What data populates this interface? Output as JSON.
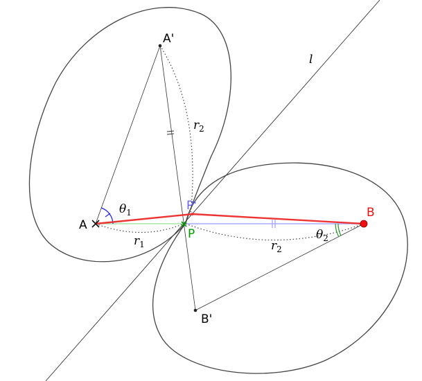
{
  "labels": {
    "A": "A",
    "A_prime": "A'",
    "B": "B",
    "B_prime": "B'",
    "P": "P",
    "P_prime": "P'",
    "line": "l",
    "theta1": {
      "base": "θ",
      "sub": "1"
    },
    "theta2": {
      "base": "θ",
      "sub": "2"
    },
    "r1": {
      "base": "r",
      "sub": "1"
    },
    "r2_upper": {
      "base": "r",
      "sub": "2"
    },
    "r2_lower": {
      "base": "r",
      "sub": "2"
    }
  },
  "colors": {
    "curve": "#444444",
    "thin_line": "#333333",
    "path": "#ee3333",
    "point_B": "#ee1111",
    "label_P": "#009900",
    "label_P_prime": "#6666ff",
    "angle1": "#2222ee",
    "angle2": "#229922",
    "segment_PB": "#aaaaff",
    "segment_AP": "#99dd99"
  }
}
